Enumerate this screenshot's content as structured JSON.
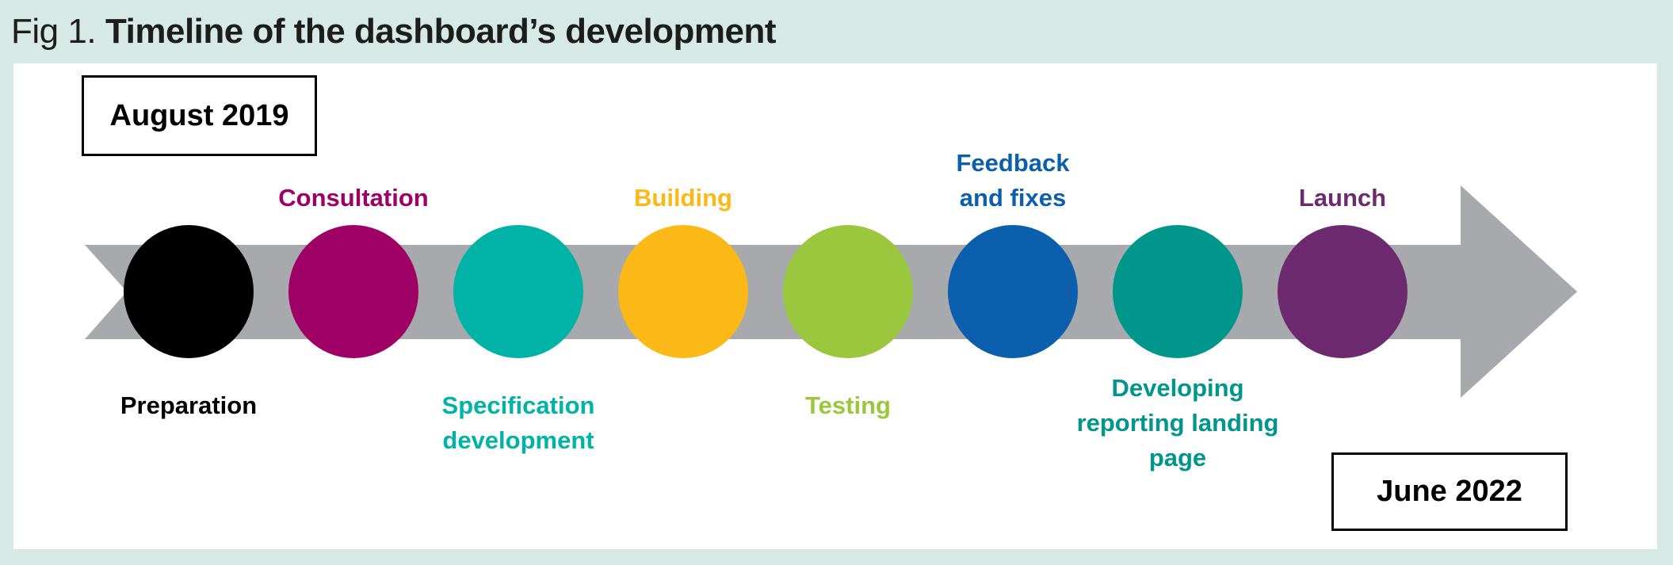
{
  "title": {
    "prefix": "Fig 1.",
    "text": "Timeline of the dashboard’s development"
  },
  "timeline": {
    "start_box": "August 2019",
    "end_box": "June 2022",
    "direction": "left-to-right",
    "milestones": [
      {
        "name": "Preparation",
        "lines": [
          "Preparation"
        ],
        "color": "#000000",
        "label_position": "below"
      },
      {
        "name": "Consultation",
        "lines": [
          "Consultation"
        ],
        "color": "#9e0065",
        "label_position": "above"
      },
      {
        "name": "Specification development",
        "lines": [
          "Specification",
          "development"
        ],
        "color": "#00b3a6",
        "label_position": "below"
      },
      {
        "name": "Building",
        "lines": [
          "Building"
        ],
        "color": "#fcb817",
        "label_position": "above"
      },
      {
        "name": "Testing",
        "lines": [
          "Testing"
        ],
        "color": "#9ac73d",
        "label_position": "below"
      },
      {
        "name": "Feedback and fixes",
        "lines": [
          "Feedback",
          "and fixes"
        ],
        "color": "#0b5fad",
        "label_position": "above"
      },
      {
        "name": "Developing reporting landing page",
        "lines": [
          "Developing",
          "reporting landing",
          "page"
        ],
        "color": "#00968c",
        "label_position": "below"
      },
      {
        "name": "Launch",
        "lines": [
          "Launch"
        ],
        "color": "#6e2a6e",
        "label_position": "above"
      }
    ]
  },
  "colors": {
    "background": "#d6e9e4",
    "panel": "#ffffff",
    "arrow": "#a7a9ac",
    "box_border": "#000000",
    "title": "#1d1d1b"
  }
}
